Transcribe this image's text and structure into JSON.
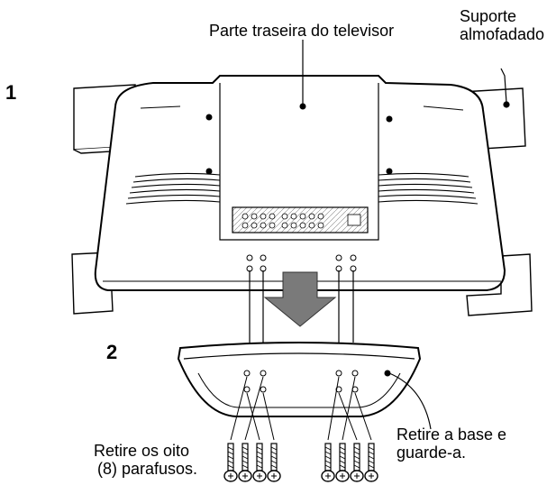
{
  "step_1": "1",
  "step_2": "2",
  "labels": {
    "tv_back": "Parte traseira do televisor",
    "cushion_line1": "Suporte",
    "cushion_line2": "almofadado",
    "screws_line1": "Retire os oito",
    "screws_line2": "(8) parafusos.",
    "base_line1": "Retire a base e",
    "base_line2": "guarde-a."
  },
  "colors": {
    "ink": "#000000",
    "paper": "#ffffff",
    "shade": "#bdbdbd",
    "arrow": "#7a7a7a"
  },
  "icons": {
    "arrow": "down-arrow-icon",
    "screw": "screw-icon"
  }
}
